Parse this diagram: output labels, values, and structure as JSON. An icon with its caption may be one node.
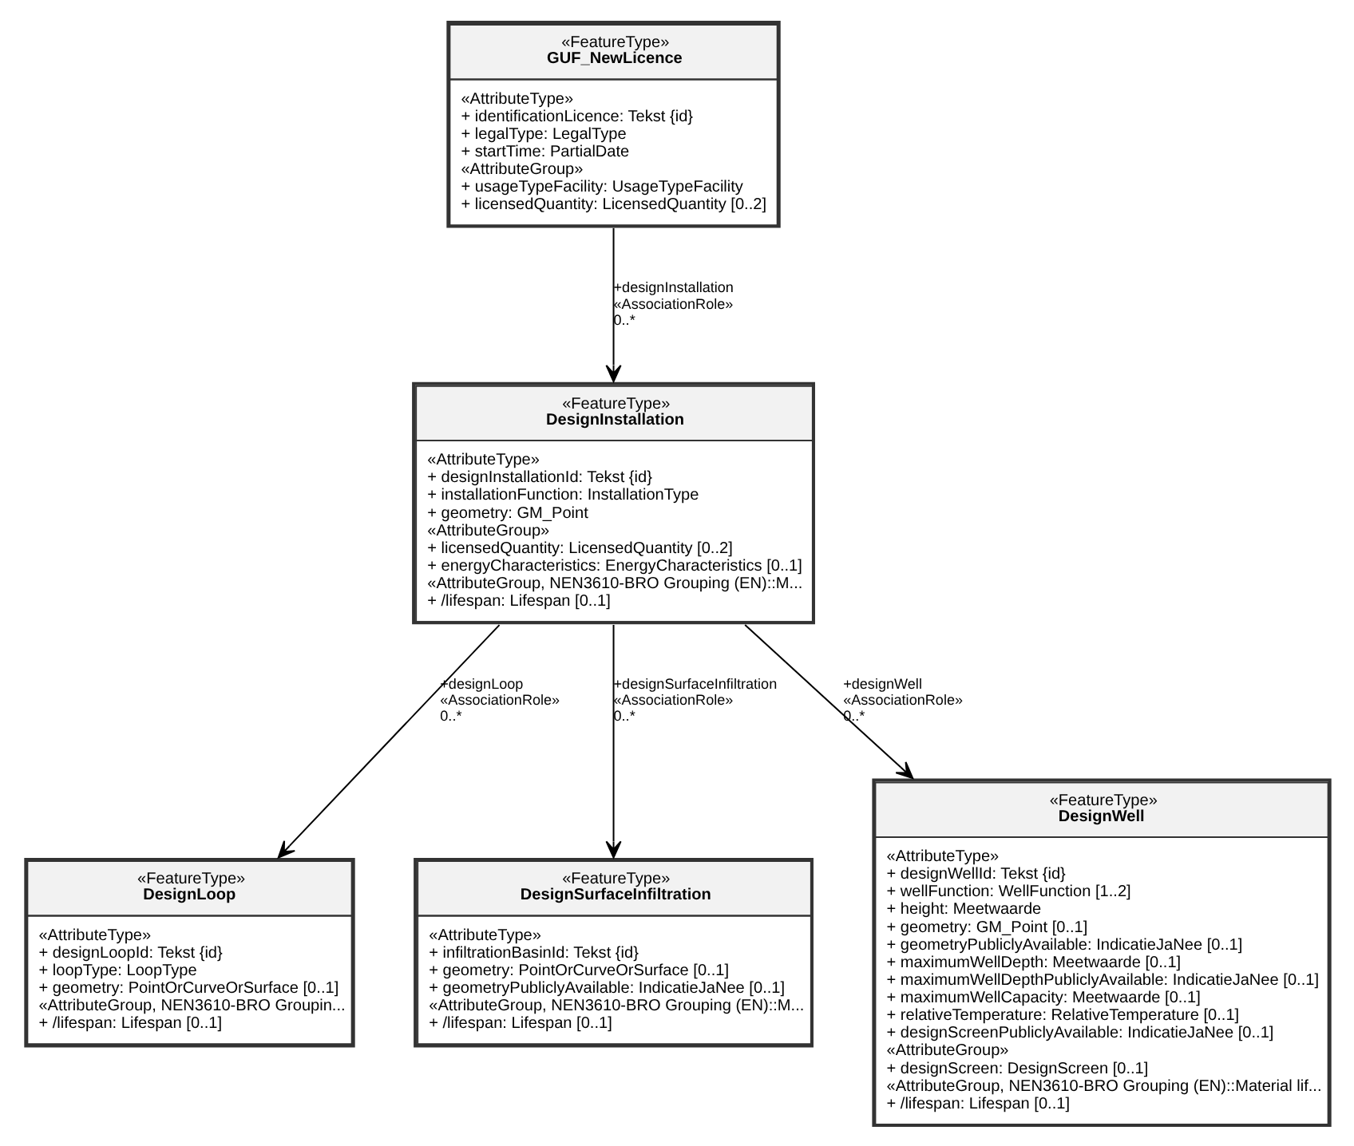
{
  "diagram": {
    "nodes": [
      {
        "text": [
          "«FeatureType»",
          "GUF_NewLicence",
          "«AttributeType»",
          "+ identificationLicence: Tekst {id}",
          "+ legalType: LegalType",
          "+ startTime: PartialDate",
          "«AttributeGroup»",
          "+ usageTypeFacility: UsageTypeFacility",
          "+ licensedQuantity: LicensedQuantity [0..2]"
        ]
      },
      {
        "text": [
          "«FeatureType»",
          "DesignInstallation",
          "«AttributeType»",
          "+ designInstallationId: Tekst {id}",
          "+ installationFunction: InstallationType",
          "+ geometry: GM_Point",
          "«AttributeGroup»",
          "+ licensedQuantity: LicensedQuantity [0..2]",
          "+ energyCharacteristics: EnergyCharacteristics [0..1]",
          "«AttributeGroup, NEN3610-BRO Grouping (EN)::M...",
          "+ /lifespan: Lifespan [0..1]"
        ]
      },
      {
        "text": [
          "«FeatureType»",
          "DesignLoop",
          "«AttributeType»",
          "+ designLoopId: Tekst {id}",
          "+ loopType: LoopType",
          "+ geometry: PointOrCurveOrSurface [0..1]",
          "«AttributeGroup, NEN3610-BRO Groupin...",
          "+ /lifespan: Lifespan [0..1]"
        ]
      },
      {
        "text": [
          "«FeatureType»",
          "DesignSurfaceInfiltration",
          "«AttributeType»",
          "+ infiltrationBasinId: Tekst {id}",
          "+ geometry: PointOrCurveOrSurface [0..1]",
          "+ geometryPubliclyAvailable: IndicatieJaNee [0..1]",
          "«AttributeGroup, NEN3610-BRO Grouping (EN)::M...",
          "+ /lifespan: Lifespan [0..1]"
        ]
      },
      {
        "text": [
          "«FeatureType»",
          "DesignWell",
          "«AttributeType»",
          "+ designWellId: Tekst {id}",
          "+ wellFunction: WellFunction [1..2]",
          "+ height: Meetwaarde",
          "+ geometry: GM_Point [0..1]",
          "+ geometryPubliclyAvailable: IndicatieJaNee [0..1]",
          "+ maximumWellDepth: Meetwaarde [0..1]",
          "+ maximumWellDepthPubliclyAvailable: IndicatieJaNee [0..1]",
          "+ maximumWellCapacity: Meetwaarde [0..1]",
          "+ relativeTemperature: RelativeTemperature [0..1]",
          "+ designScreenPubliclyAvailable: IndicatieJaNee [0..1]",
          "«AttributeGroup»",
          "+ designScreen: DesignScreen [0..1]",
          "«AttributeGroup, NEN3610-BRO Grouping (EN)::Material lif...",
          "+ /lifespan: Lifespan [0..1]"
        ]
      }
    ],
    "edges": [
      {
        "from": 0,
        "to": 1,
        "arrow": "to",
        "label": "+designInstallation «AssociationRole» 0..*"
      },
      {
        "from": 1,
        "to": 2,
        "arrow": "to",
        "label": "+designLoop «AssociationRole» 0..*"
      },
      {
        "from": 1,
        "to": 3,
        "arrow": "to",
        "label": "+designSurfaceInfiltration «AssociationRole» 0..*"
      },
      {
        "from": 1,
        "to": 4,
        "arrow": "to",
        "label": "+designWell «AssociationRole» 0..*"
      }
    ]
  }
}
